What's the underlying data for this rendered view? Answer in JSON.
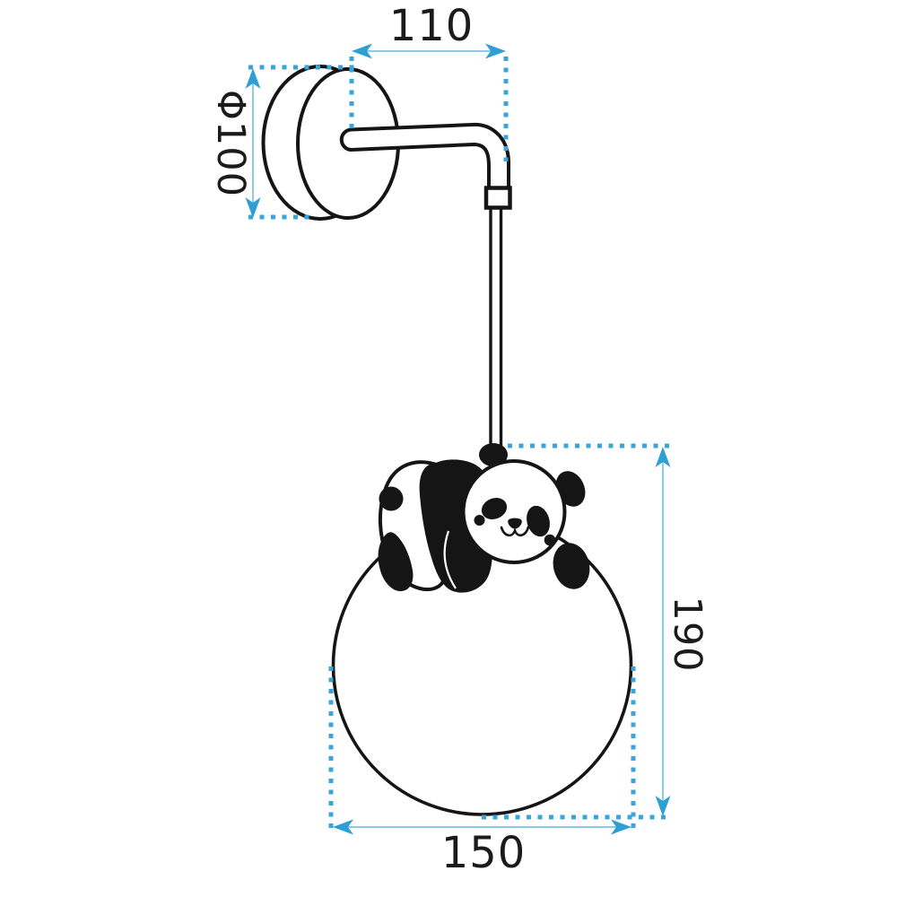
{
  "figure": {
    "description": "Dimension drawing of a panda globe wall lamp",
    "dimensions": {
      "arm_projection": "110",
      "wall_plate_diameter": "Φ100",
      "shade_drop_height": "190",
      "shade_diameter": "150"
    },
    "colors": {
      "line_art": "#151515",
      "dimension_arrow": "#2d9fd4",
      "dimension_dotted": "#39a5d8",
      "dimension_line": "#8ccae9",
      "background": "#ffffff"
    },
    "parts": [
      "wall-plate",
      "curved-arm",
      "cord-socket",
      "power-cord",
      "globe-shade",
      "panda-figure"
    ]
  }
}
